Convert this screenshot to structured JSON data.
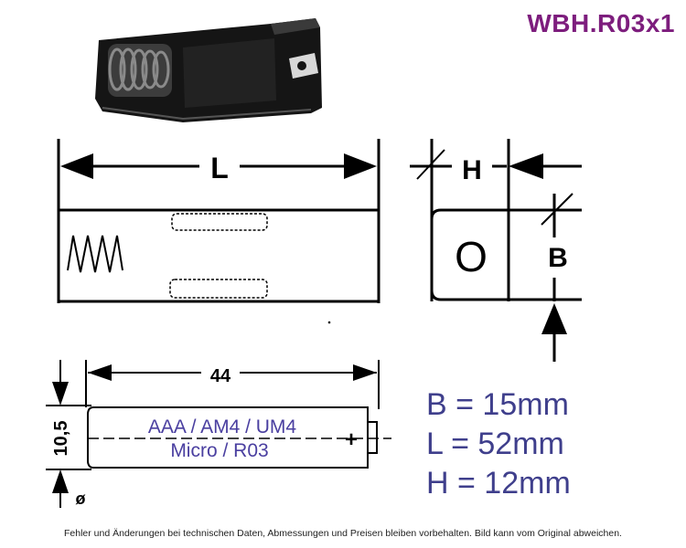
{
  "product_code": "WBH.R03x1",
  "front_view": {
    "length_label": "L"
  },
  "side_view": {
    "height_label": "H",
    "width_label": "B",
    "opening_label": "O"
  },
  "battery_view": {
    "length_value": "44",
    "diameter_value": "10,5",
    "diameter_symbol": "ø",
    "type_line_1": "AAA / AM4 / UM4",
    "type_line_2": "Micro / R03",
    "plus_sign": "+"
  },
  "dimensions": {
    "b": "B = 15mm",
    "l": "L = 52mm",
    "h": "H = 12mm"
  },
  "footer_text": "Fehler und Änderungen bei technischen Daten, Abmessungen und Preisen bleiben vorbehalten. Bild kann vom Original abweichen.",
  "colors": {
    "title": "#7d1d7d",
    "dimension_text": "#3f3f8c",
    "battery_text": "#4a3fa0"
  }
}
